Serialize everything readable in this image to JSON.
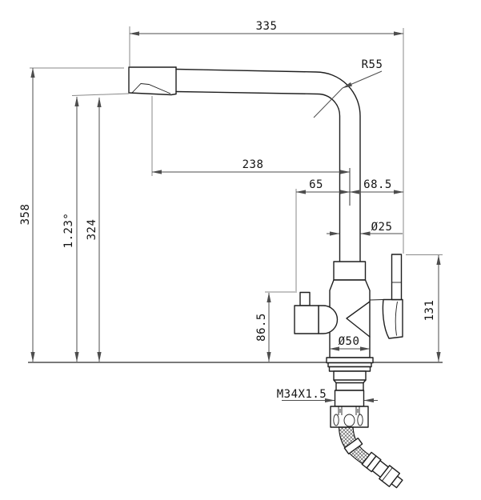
{
  "drawing": {
    "subject": "kitchen-faucet-with-filter-channel-dimension-drawing",
    "units_note": "mm",
    "colors": {
      "background": "#ffffff",
      "object_line": "#1f1f1f",
      "dimension_line": "#4d4d4d",
      "extension_line": "#8a8a8a",
      "text": "#141414"
    },
    "dims": {
      "spout_reach": "335",
      "bend_radius": "R55",
      "outlet_to_riser": "238",
      "handle_offset": "65",
      "lever_offset": "68.5",
      "spout_diameter": "Ø25",
      "overall_height": "358",
      "outlet_angle": "1.23°",
      "outlet_height": "324",
      "handle_height": "86.5",
      "lever_height": "131",
      "body_diameter": "Ø50",
      "mounting_thread": "M34X1.5"
    }
  }
}
